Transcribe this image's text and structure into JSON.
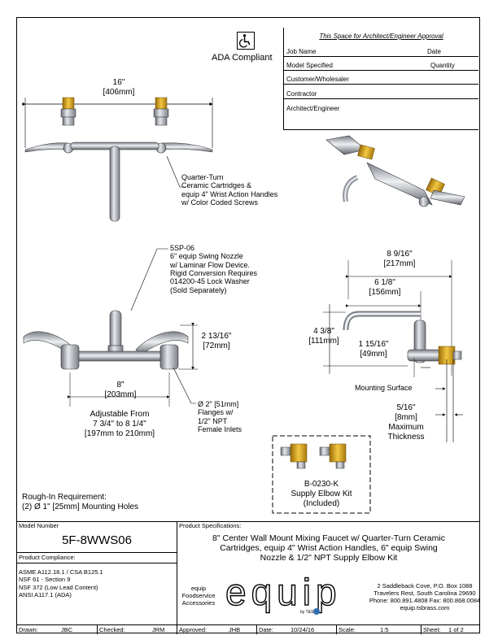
{
  "approval": {
    "title": "This Space for Architect/Engineer Approval",
    "job_name": "Job Name",
    "date": "Date",
    "model_specified": "Model Specified",
    "quantity": "Quantity",
    "customer": "Customer/Wholesaler",
    "contractor": "Contractor",
    "architect": "Architect/Engineer"
  },
  "ada": {
    "label": "ADA Compliant"
  },
  "top_view": {
    "width_in": "16\"",
    "width_mm": "[406mm]",
    "callout": [
      "Quarter-Turn",
      "Ceramic Cartridges &",
      "equip 4\" Wrist Action Handles",
      "w/ Color Coded Screws"
    ]
  },
  "front_view": {
    "nozzle_callout": [
      "5SP-06",
      "6\" equip Swing Nozzle",
      "w/ Laminar Flow Device.",
      "Rigid Conversion Requires",
      "014200-45 Lock Washer",
      "(Sold Separately)"
    ],
    "height_in": "2 13/16\"",
    "height_mm": "[72mm]",
    "center_in": "8\"",
    "center_mm": "[203mm]",
    "adjustable": [
      "Adjustable From",
      "7 3/4\" to 8 1/4\"",
      "[197mm to 210mm]"
    ],
    "flange_callout": [
      "Ø 2\" [51mm]",
      "Flanges w/",
      "1/2\" NPT",
      "Female Inlets"
    ]
  },
  "side_view": {
    "reach_in": "8 9/16\"",
    "reach_mm": "[217mm]",
    "spout_in": "6 1/8\"",
    "spout_mm": "[156mm]",
    "height_in": "4 3/8\"",
    "height_mm": "[111mm]",
    "offset_in": "1 15/16\"",
    "offset_mm": "[49mm]",
    "mounting_surface": "Mounting Surface",
    "thickness_in": "5/16\"",
    "thickness_mm": "[8mm]",
    "thickness_label": [
      "Maximum",
      "Thickness"
    ]
  },
  "elbow_kit": {
    "lines": [
      "B-0230-K",
      "Supply Elbow Kit",
      "(Included)"
    ]
  },
  "rough_in": {
    "lines": [
      "Rough-In Requirement:",
      "(2) Ø 1\" [25mm] Mounting Holes"
    ]
  },
  "model": {
    "label": "Model Number",
    "value": "5F-8WWS06"
  },
  "specs": {
    "label": "Product Specifications:",
    "lines": [
      "8\" Center Wall Mount Mixing Faucet w/ Quarter-Turn Ceramic",
      "Cartridges, equip 4\" Wrist Action Handles, 6\" equip Swing",
      "Nozzle & 1/2\" NPT  Supply Elbow Kit"
    ]
  },
  "compliance": {
    "label": "Product Compliance:",
    "lines": [
      "ASME A112.18.1 / CSA B125.1",
      "NSF 61 - Section 9",
      "NSF 372 (Low Lead Content)",
      "ANSI A117.1 (ADA)"
    ]
  },
  "brand": {
    "tag_lines": [
      "equip",
      "Foodservice",
      "Accessories"
    ],
    "logo_text": "equip",
    "byline": "by T&S",
    "address": [
      "2 Saddleback Cove, P.O. Box 1088",
      "Travelers Rest, South Carolina 29690",
      "Phone: 800.891.4808  Fax: 800.868.0084",
      "equip.tsbrass.com"
    ]
  },
  "footer": {
    "drawn_label": "Drawn:",
    "drawn_value": "JBC",
    "checked_label": "Checked:",
    "checked_value": "JRM",
    "approved_label": "Approved:",
    "approved_value": "JHB",
    "date_label": "Date:",
    "date_value": "10/24/16",
    "scale_label": "Scale:",
    "scale_value": "1:5",
    "sheet_label": "Sheet:",
    "sheet_value": "1  of  2"
  },
  "colors": {
    "brass": "#d4a017",
    "chrome": "#b8bcc4",
    "chrome_dark": "#6b6f78",
    "logo_blue": "#2f6fb0"
  }
}
